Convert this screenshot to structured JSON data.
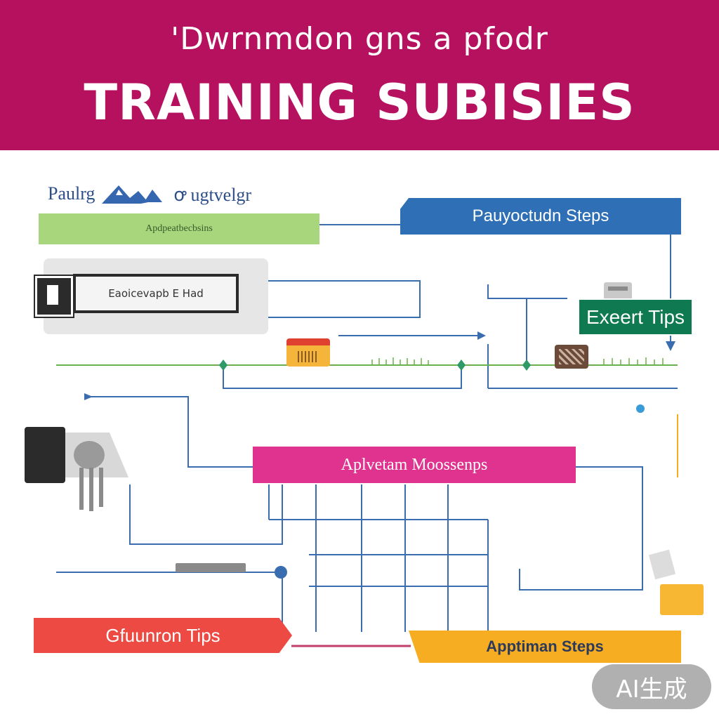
{
  "header": {
    "subtitle": "'Dwrnmdon gns a pfodr",
    "title": "TRAINING SUBISIES"
  },
  "top_left_caption": {
    "left": "Paulrg",
    "right": "ꝍ ugtvelgr"
  },
  "green_banner": {
    "label": "Apdpeatbecbsins"
  },
  "device_box": {
    "label": "Eaoicevapb E Had"
  },
  "blue_banner": {
    "label": "Pauyoctudn Steps"
  },
  "expert_tips": {
    "label": "Exeert Tips"
  },
  "magenta_banner": {
    "label": "Aplvetam Moossenps"
  },
  "red_banner": {
    "label": "Gfuunron Tips"
  },
  "yellow_banner": {
    "label": "Apptiman Steps"
  },
  "watermark": {
    "label": "AI生成"
  },
  "colors": {
    "header": "#b5115f",
    "green": "#a8d67d",
    "blue": "#2f6fb5",
    "expert": "#0f7a52",
    "magenta": "#e0338f",
    "red": "#ec4a43",
    "yellow": "#f7ad22",
    "line": "#3a6db0"
  }
}
